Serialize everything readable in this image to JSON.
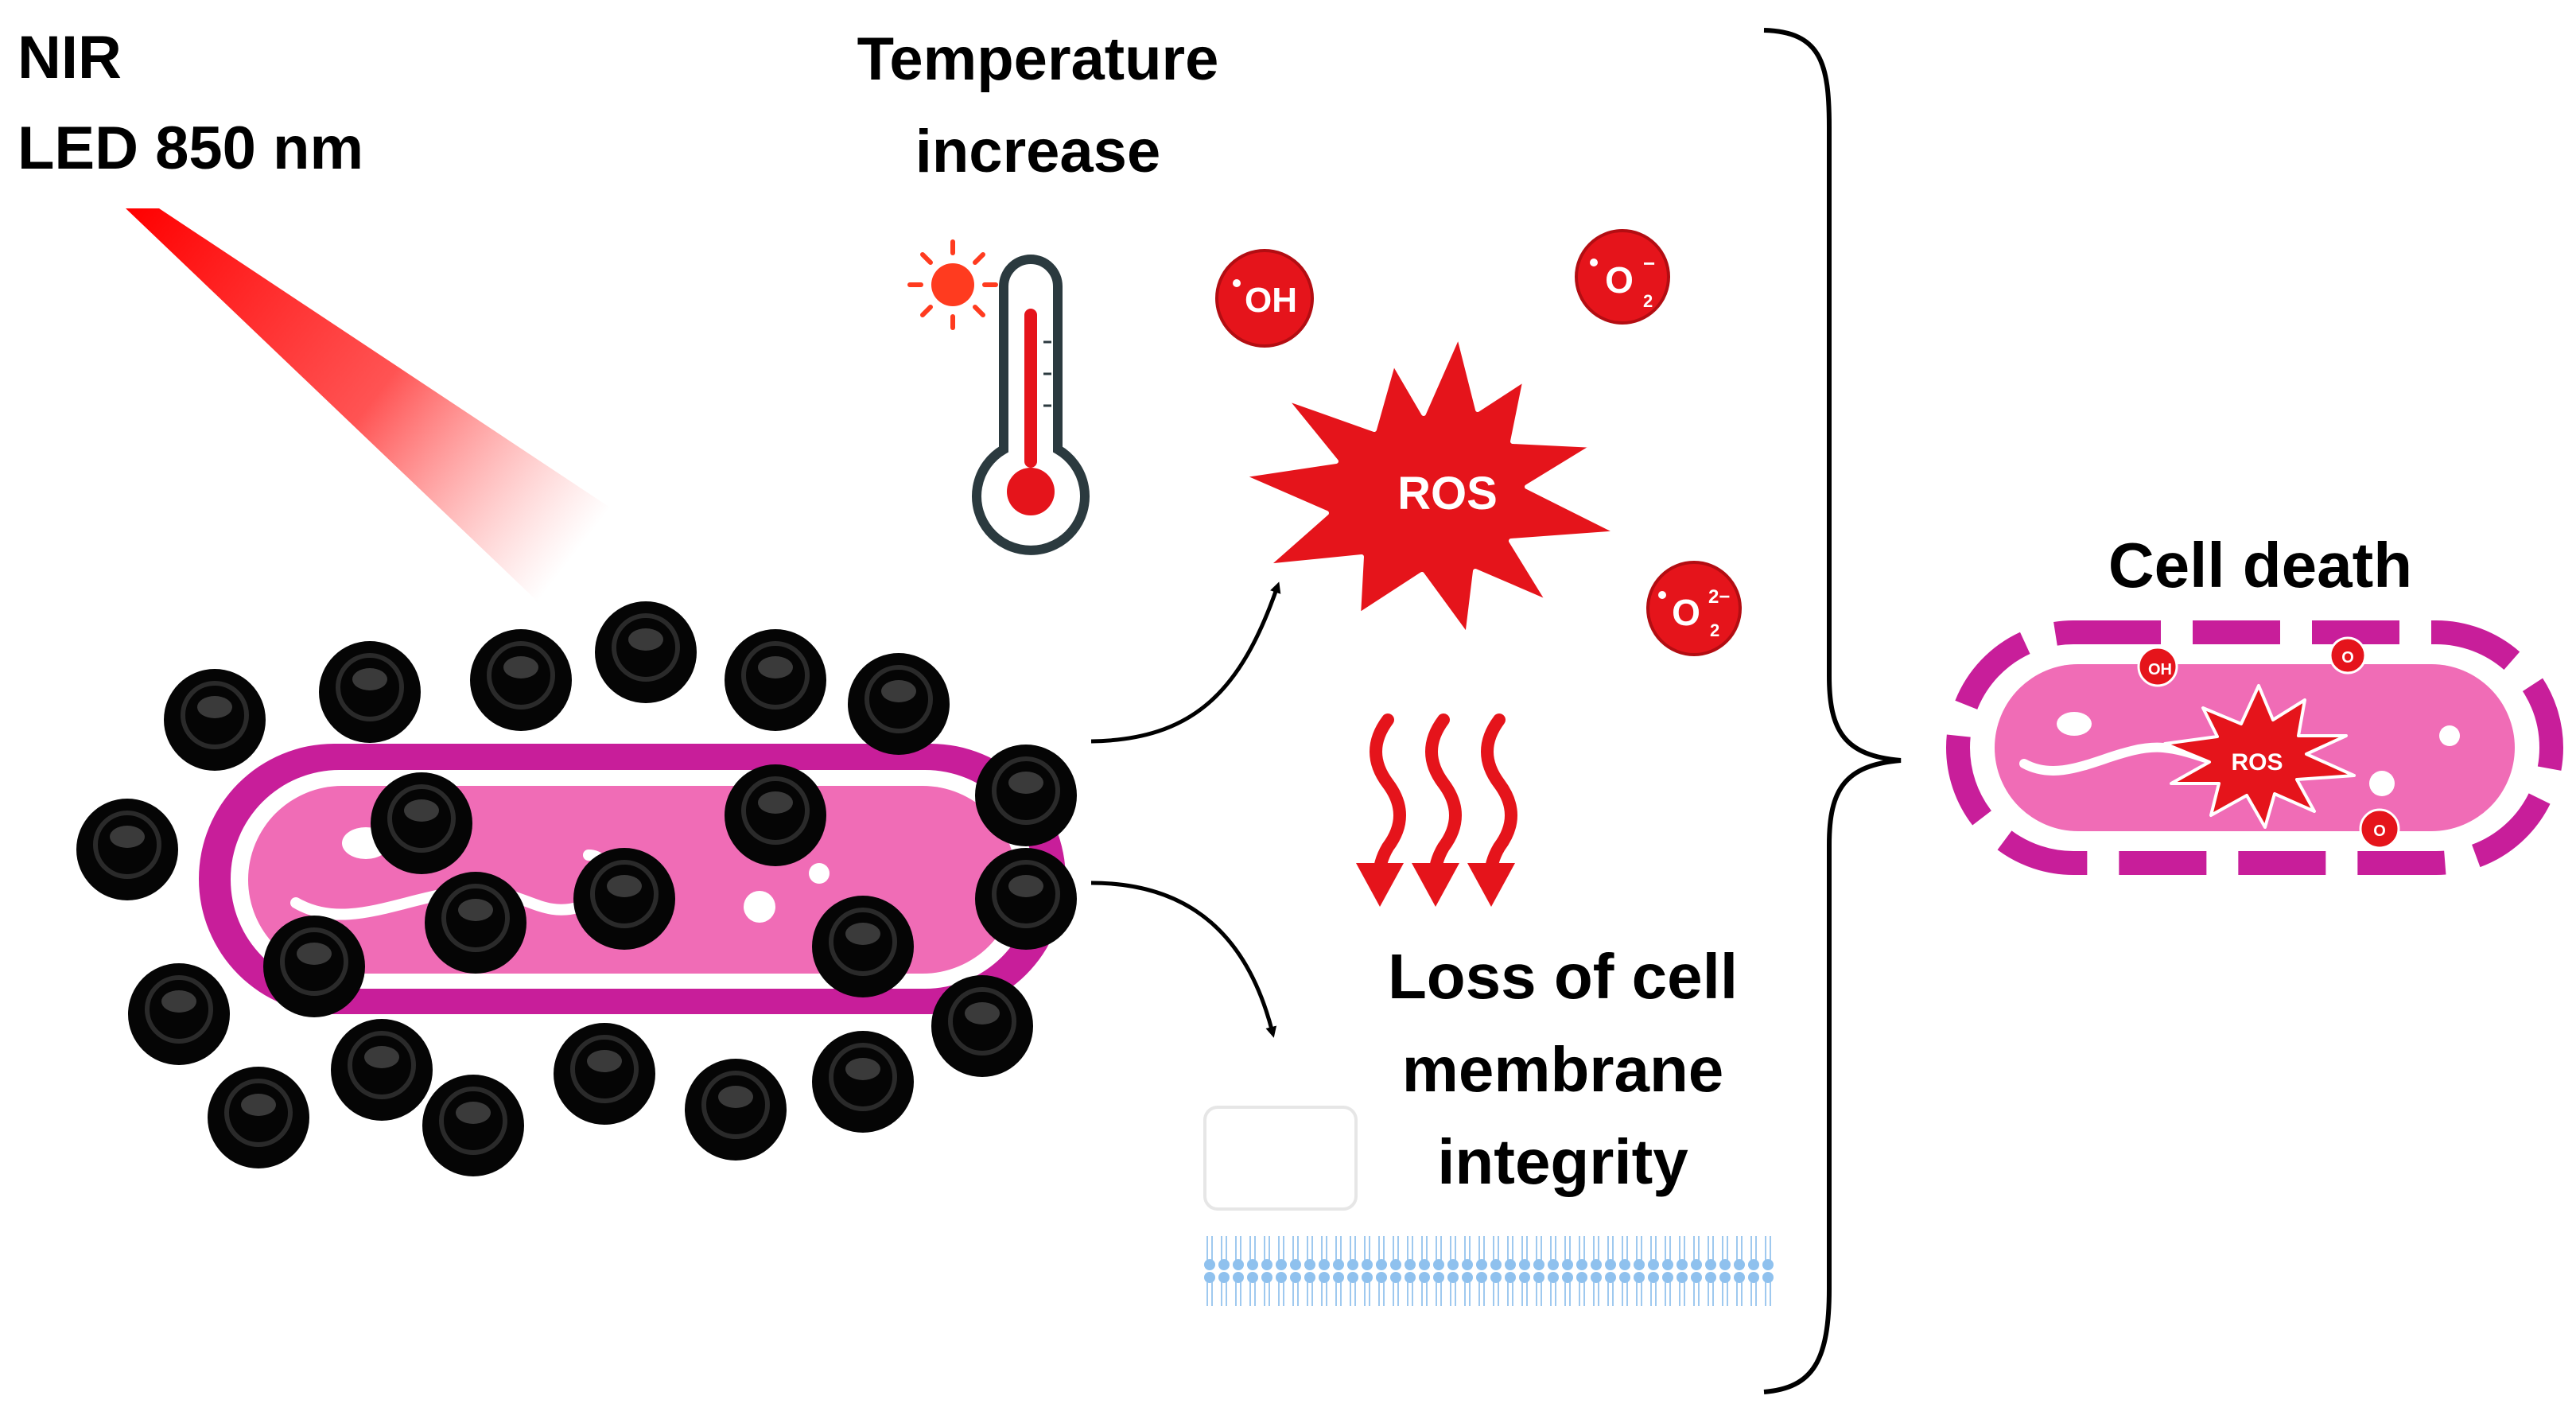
{
  "labels": {
    "nir_line1": "NIR",
    "nir_line2": "LED 850 nm",
    "temp_line1": "Temperature",
    "temp_line2": "increase",
    "ros": "ROS",
    "oh": "OH",
    "o2": "O",
    "loss_line1": "Loss of cell",
    "loss_line2": "membrane",
    "loss_line3": "integrity",
    "cell_death": "Cell death",
    "ros_small": "ROS",
    "oh_small": "OH"
  },
  "colors": {
    "beam": "#ff0000",
    "ros_red": "#e5141b",
    "cell_outer": "#c81e9a",
    "cell_inner": "#f06cb6",
    "nanoparticle": "#0a0a0a",
    "membrane": "#7fb6e6",
    "text": "#000000"
  },
  "icons": [
    "nir-beam",
    "sun-icon",
    "thermometer-icon",
    "ros-burst-icon",
    "heat-waves-icon",
    "lipid-bilayer-icon",
    "bacterium-icon",
    "dead-bacterium-icon",
    "nanoparticle-icon",
    "curly-brace-icon",
    "arrow-icon"
  ]
}
